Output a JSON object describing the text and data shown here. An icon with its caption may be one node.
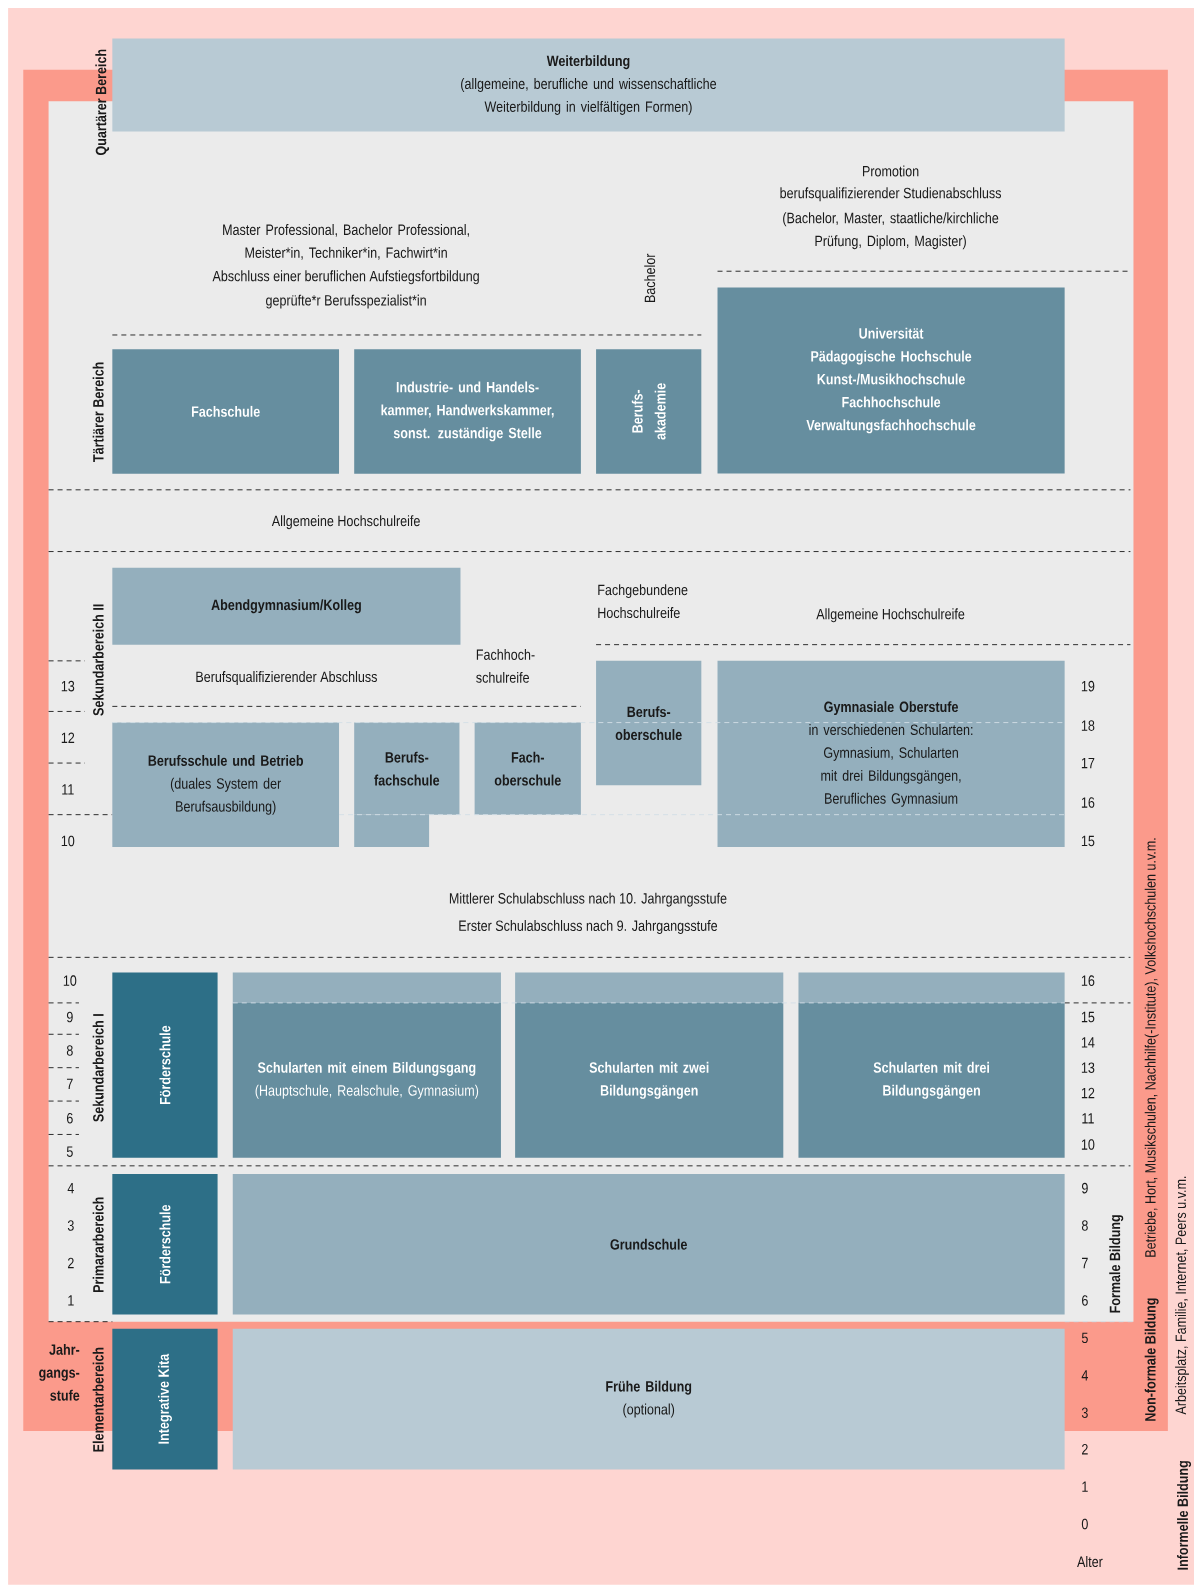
{
  "diagram": {
    "nodes": [
      {
        "text": [
          "Informelle Bildung",
          "Arbeitsplatz, Familie, Internet, Peers u.v.m."
        ]
      },
      {
        "text": [
          "Non-formale Bildung",
          "Betriebe, Hort, Musikschulen, Nachhilfe(-Institute), Volkshochschulen u.v.m."
        ],
        "in": 0
      },
      {
        "text": [
          "Formale Bildung"
        ],
        "in": 1
      },
      {
        "text": [
          "Weiterbildung",
          "(allgemeine, berufliche und wissenschaftliche Weiterbildung in vielfältigen Formen)"
        ],
        "in": 0
      },
      {
        "text": [
          "Fachschule"
        ],
        "in": 2
      },
      {
        "text": [
          "Industrie- und Handels-kammer, Handwerkskammer, sonst. zuständige Stelle"
        ],
        "in": 2
      },
      {
        "text": [
          "Berufs-akademie"
        ],
        "in": 2
      },
      {
        "text": [
          "Universität",
          "Pädagogische Hochschule",
          "Kunst-/Musikhochschule",
          "Fachhochschule",
          "Verwaltungsfachhochschule"
        ],
        "in": 2
      },
      {
        "text": [
          "Abendgymnasium/Kolleg"
        ],
        "in": 2
      },
      {
        "text": [
          "Berufsschule und Betrieb",
          "(duales System der Berufsausbildung)"
        ],
        "in": 2
      },
      {
        "text": [
          "Berufs-fachschule"
        ],
        "in": 2
      },
      {
        "text": [
          "Fach-oberschule"
        ],
        "in": 2
      },
      {
        "text": [
          "Berufs-oberschule"
        ],
        "in": 2
      },
      {
        "text": [
          "Gymnasiale Oberstufe",
          "in verschiedenen Schularten: Gymnasium, Schularten mit drei Bildungsgängen, Berufliches Gymnasium"
        ],
        "in": 2
      },
      {
        "text": [
          "Förderschule"
        ],
        "in": 2
      },
      {
        "text": [
          "Schularten mit einem Bildungsgang",
          "(Hauptschule, Realschule, Gymnasium)"
        ],
        "in": 2
      },
      {
        "text": [
          "Schularten mit zwei Bildungsgängen"
        ],
        "in": 2
      },
      {
        "text": [
          "Schularten mit drei Bildungsgängen"
        ],
        "in": 2
      },
      {
        "text": [
          "Förderschule"
        ],
        "in": 2
      },
      {
        "text": [
          "Grundschule"
        ],
        "in": 2
      },
      {
        "text": [
          "Integrative Kita"
        ],
        "in": 0
      },
      {
        "text": [
          "Frühe Bildung",
          "(optional)"
        ],
        "in": 0
      }
    ],
    "labels": [
      "Quartärer Bereich",
      "Promotion",
      "berufsqualifizierender Studienabschluss",
      "(Bachelor, Master, staatliche/kirchliche Prüfung, Diplom, Magister)",
      "Master Professional, Bachelor Professional, Meister*in, Techniker*in, Fachwirt*in",
      "Abschluss einer beruflichen Aufstiegsfortbildung",
      "geprüfte*r Berufsspezialist*in",
      "Bachelor",
      "Tärtiärer Bereich",
      "Allgemeine Hochschulreife",
      "Fachgebundene Hochschulreife",
      "Allgemeine Hochschulreife",
      "Berufsqualifizierender Abschluss",
      "Fachhoch-schulreife",
      "Sekundarbereich II",
      "13",
      "12",
      "11",
      "10",
      "19",
      "18",
      "17",
      "16",
      "15",
      "Mittlerer Schulabschluss nach 10. Jahrgangsstufe",
      "Erster Schulabschluss nach 9. Jahrgangsstufe",
      "10",
      "9",
      "8",
      "7",
      "6",
      "5",
      "Sekundarbereich I",
      "16",
      "15",
      "14",
      "13",
      "12",
      "11",
      "10",
      "4",
      "3",
      "2",
      "1",
      "Primararbereich",
      "9",
      "8",
      "7",
      "6",
      "Jahr-gangs-stufe",
      "Elementarbereich",
      "5",
      "4",
      "3",
      "2",
      "1",
      "0",
      "Alter"
    ]
  }
}
